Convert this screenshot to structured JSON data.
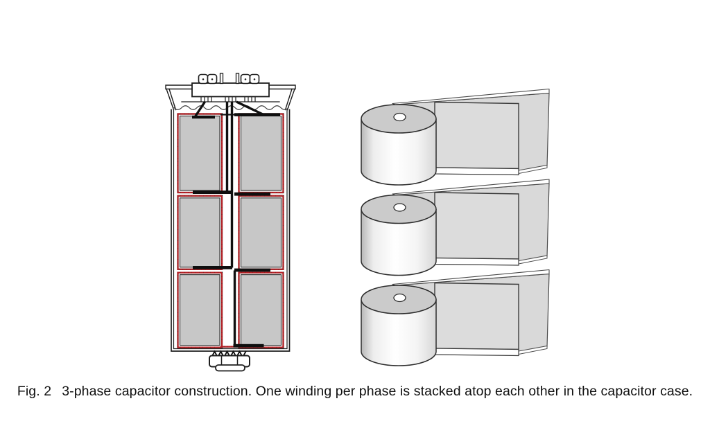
{
  "figure": {
    "caption_label": "Fig. 2",
    "caption_text": "3-phase capacitor construction. One winding per phase is stacked atop each other in the capacitor case.",
    "counts": {
      "case_windings": 6,
      "film_rolls": 3
    },
    "colors": {
      "background": "#ffffff",
      "line": "#1c1c1c",
      "winding_fill": "#c7c7c7",
      "roll_top_fill": "#cbcbcb",
      "film_sheet_fill": "#dcdcdc",
      "red_winding_edge": "#b42025",
      "caption_text": "#101010"
    }
  }
}
